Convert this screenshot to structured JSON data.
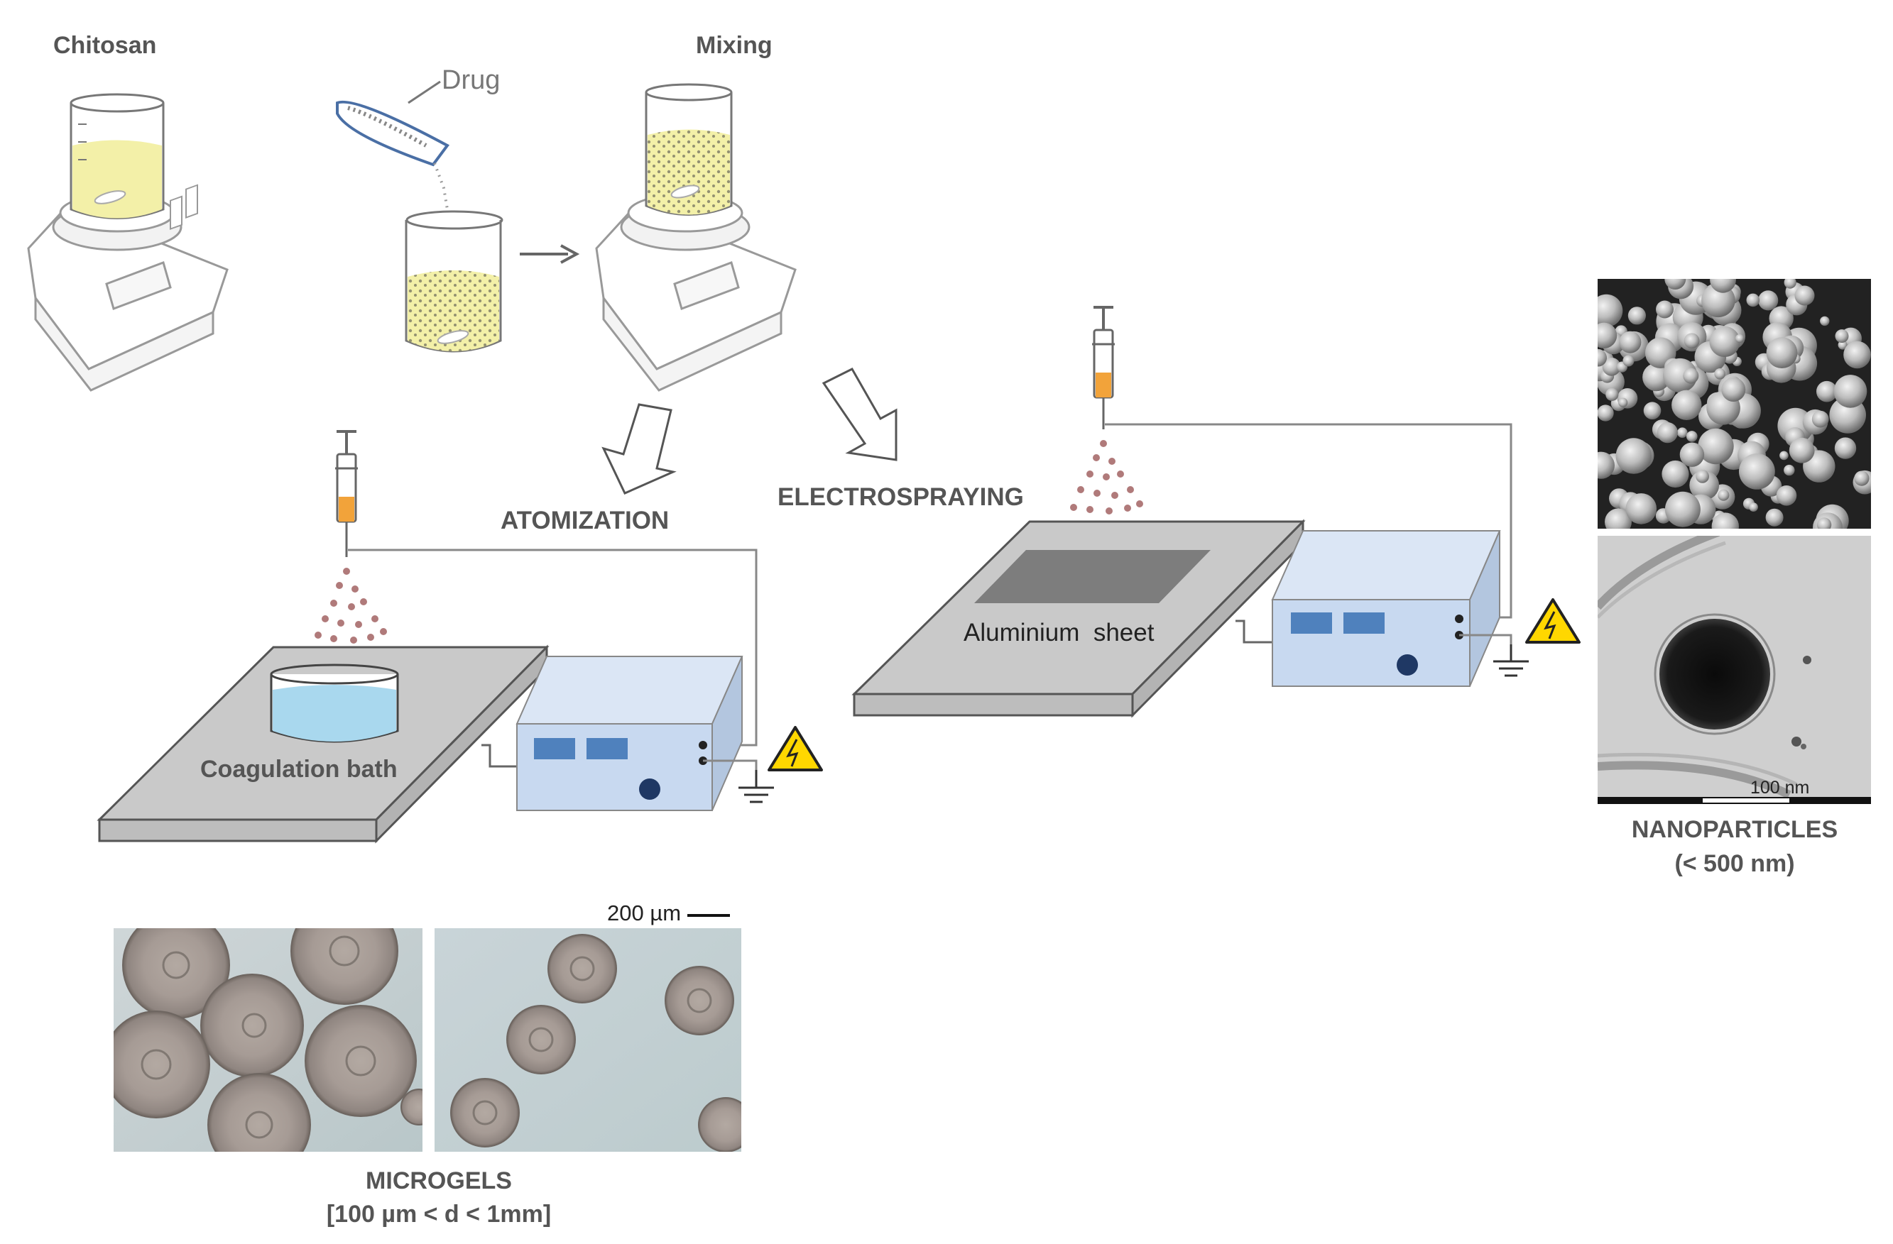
{
  "labels": {
    "chitosan": "Chitosan",
    "drug": "Drug",
    "mixing": "Mixing",
    "atomization": "ATOMIZATION",
    "electrospraying": "ELECTROSPRAYING",
    "coagulation_bath": "Coagulation bath",
    "aluminium_sheet": "Aluminium  sheet",
    "scale_micro": "200 µm",
    "scale_nano": "100 nm",
    "microgels_title": "MICROGELS",
    "microgels_range": "[100 µm < d < 1mm]",
    "nanoparticles_title": "NANOPARTICLES",
    "nanoparticles_range": "(< 500 nm)"
  },
  "colors": {
    "chitosan_solution": "#f3f0a8",
    "drug_particles": "#333333",
    "syringe_fluid": "#f2a33a",
    "coagulation_bath": "#a9d8ee",
    "power_supply": "#c8d9f0",
    "power_supply_panel": "#4f81bd",
    "platform": "#c9c9c9",
    "aluminium_sheet": "#7d7d7d",
    "spray_droplets": "#b07a7a",
    "warning_sign": "#ffd700"
  },
  "icons": [
    "stirrer-icon",
    "beaker-icon",
    "spatula-icon",
    "syringe-icon",
    "power-supply-icon",
    "ground-icon",
    "high-voltage-icon"
  ]
}
